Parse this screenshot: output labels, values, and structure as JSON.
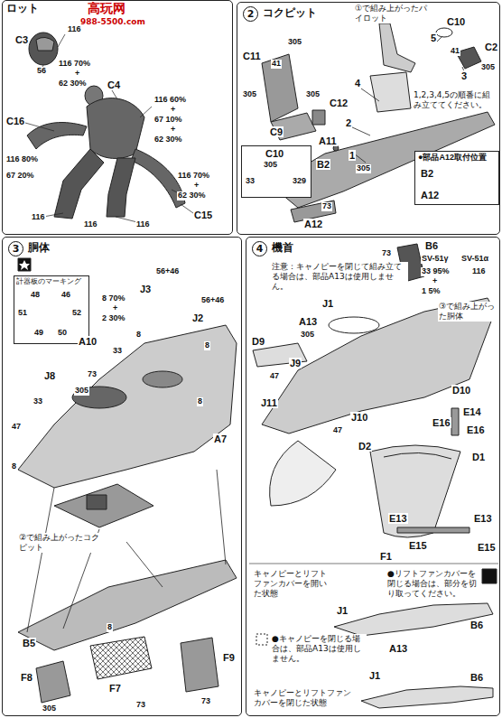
{
  "diagram": {
    "nodes": [
      {
        "text": [
          "ロット"
        ]
      },
      {
        "text": [
          "2",
          "コクピット"
        ]
      },
      {
        "text": [
          "C10",
          "305",
          "33",
          "329"
        ],
        "in": 1
      },
      {
        "text": [
          "●部品A12取付位置",
          "B2",
          "A12"
        ],
        "in": 1
      },
      {
        "text": [
          "3",
          "胴体"
        ]
      },
      {
        "text": [
          "計器板のマーキング",
          "48",
          "46",
          "51",
          "52",
          "49",
          "50"
        ],
        "in": 4
      },
      {
        "text": [
          "4",
          "機首"
        ]
      }
    ],
    "labels": [
      "高玩网",
      "988-5500.com",
      "C3",
      "116",
      "56",
      "116 70%",
      "+",
      "62 30%",
      "C16",
      "C4",
      "116 60%",
      "+",
      "67 10%",
      "+",
      "62 30%",
      "116 80%",
      "67 20%",
      "116 70%",
      "+",
      "62 30%",
      "C15",
      "116",
      "116",
      "116",
      "①で組み上がったパイロット",
      "C10",
      "5",
      "41",
      "C2",
      "3",
      "305",
      "4",
      "C11",
      "305",
      "41",
      "305",
      "C12",
      "C9",
      "305",
      "A11",
      "2",
      "1",
      "B2",
      "305",
      "73",
      "A12",
      "1,2,3,4,5の順番に組み立ててください。",
      "56+46",
      "J3",
      "8 70%",
      "+",
      "2 30%",
      "56+46",
      "J2",
      "A10",
      "33",
      "J8",
      "8",
      "8",
      "33",
      "47",
      "305",
      "73",
      "8",
      "8",
      "A7",
      "②で組み上がったコクピット",
      "B5",
      "F8",
      "305",
      "8",
      "F7",
      "73",
      "F9",
      "73",
      "注意：キャノピーを閉じて組み立てる場合は、部品A13は使用しません。",
      "B6",
      "SV-51γ",
      "SV-51α",
      "33 95%",
      "+",
      "1 5%",
      "116",
      "73",
      "J1",
      "③で組み上がった胴体",
      "A13",
      "305",
      "D9",
      "J9",
      "47",
      "J11",
      "J10",
      "47",
      "D10",
      "E14",
      "E16",
      "E16",
      "D2",
      "D1",
      "E13",
      "E13",
      "E15",
      "E15",
      "F1",
      "キャノピーとリフトファンカバーを開いた状態",
      "●リフトファンカバーを閉じる場合は、部分を切り取ってください。",
      "J1",
      "B6",
      "●キャノピーを閉じる場合は、部品A13は使用しません。",
      "A13",
      "J1",
      "B6",
      "キャノピーとリフトファンカバーを閉じた状態"
    ]
  }
}
